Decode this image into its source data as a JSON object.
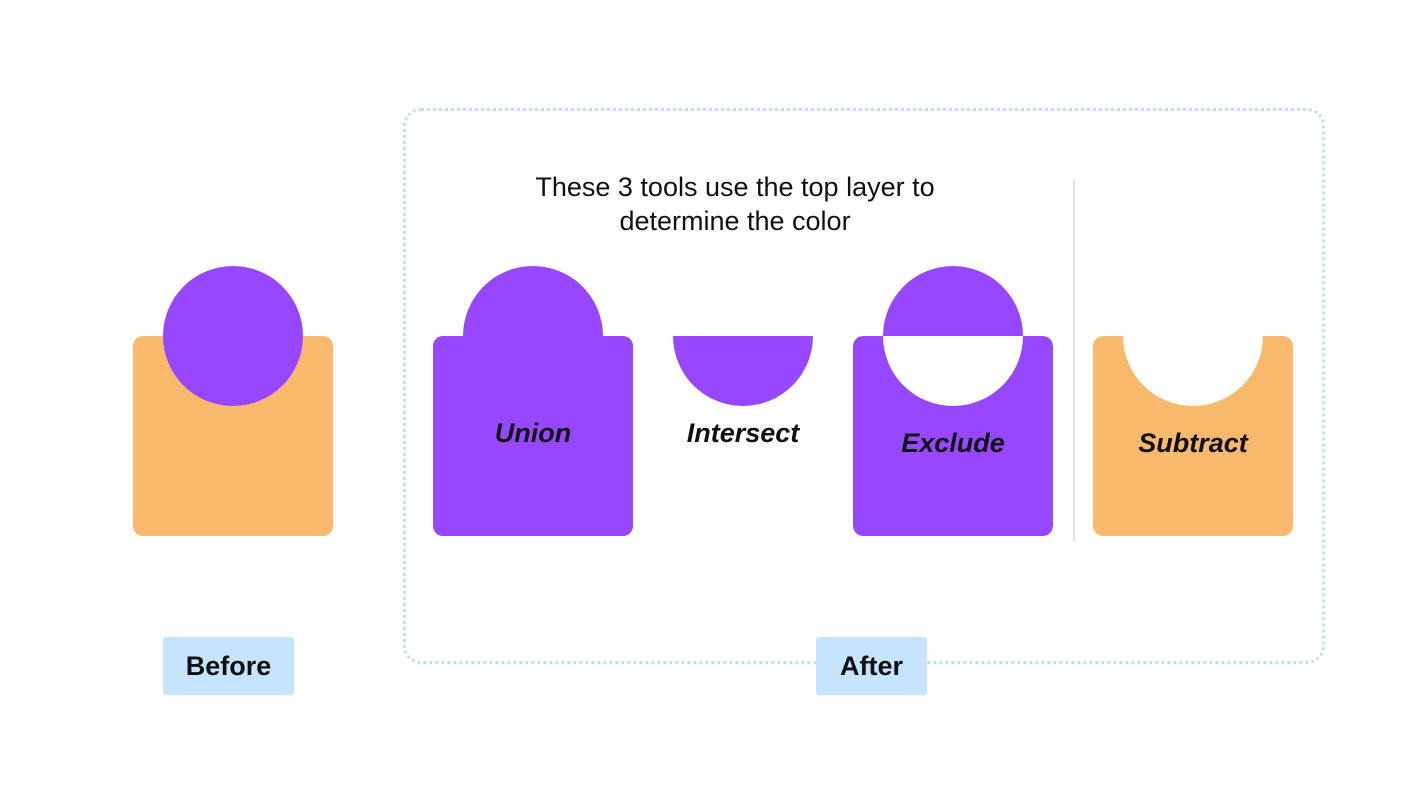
{
  "note": "These 3 tools use the top layer to determine the color",
  "labels": {
    "union": "Union",
    "intersect": "Intersect",
    "exclude": "Exclude",
    "subtract": "Subtract"
  },
  "tags": {
    "before": "Before",
    "after": "After"
  },
  "colors": {
    "purple": "#9747ff",
    "orange": "#f9b96d",
    "tag_bg": "#c6e4fb",
    "frame_border": "#bfe0f5"
  }
}
